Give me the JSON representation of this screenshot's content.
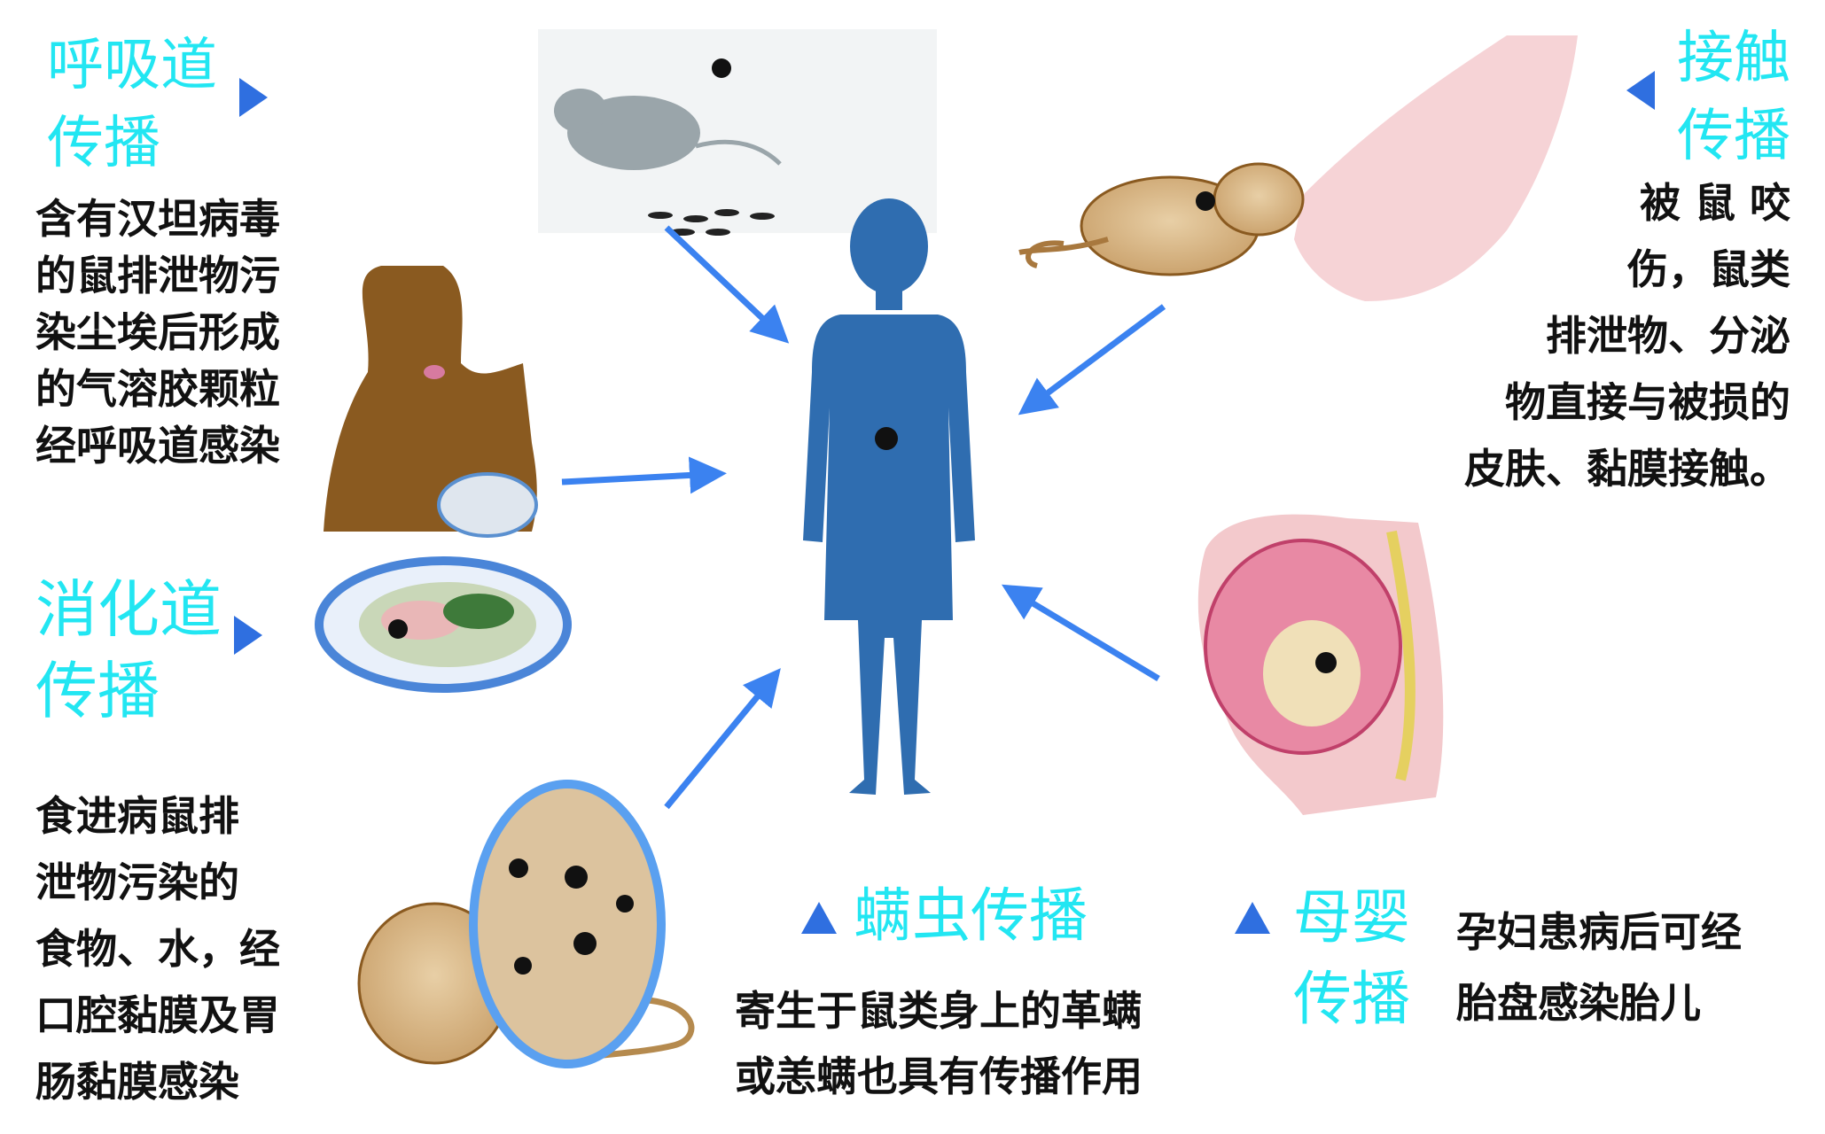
{
  "colors": {
    "title": "#22e6f2",
    "arrow": "#3b82f0",
    "figure": "#2f6db0",
    "text": "#111111"
  },
  "routes": {
    "respiratory": {
      "title": [
        "呼吸道",
        "传播"
      ],
      "desc": [
        "含有汉坦病毒",
        "的鼠排泄物污",
        "染尘埃后形成",
        "的气溶胶颗粒",
        "经呼吸道感染"
      ]
    },
    "digestive": {
      "title": [
        "消化道",
        "传播"
      ],
      "desc": [
        "食进病鼠排",
        "泄物污染的",
        "食物、水，经",
        "口腔黏膜及胃",
        "肠黏膜感染"
      ]
    },
    "contact": {
      "title": [
        "接触",
        "传播"
      ],
      "desc": [
        "被 鼠 咬",
        "伤，鼠类",
        "排泄物、分泌",
        "物直接与被损的",
        "皮肤、黏膜接触。"
      ]
    },
    "mite": {
      "title": "螨虫传播",
      "desc": [
        "寄生于鼠类身上的革螨",
        "或恙螨也具有传播作用"
      ]
    },
    "maternal": {
      "title": [
        "母婴",
        "传播"
      ],
      "desc": [
        "孕妇患病后可经",
        "胎盘感染胎儿"
      ]
    }
  }
}
